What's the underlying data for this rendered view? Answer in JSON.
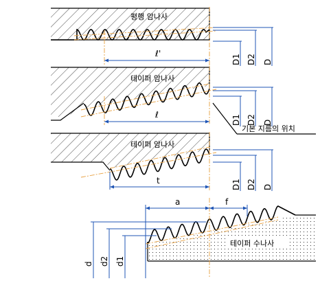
{
  "labels": {
    "parallel_internal": "평행 암나사",
    "taper_internal_1": "테이퍼 암나사",
    "taper_internal_2": "테이퍼 암나사",
    "taper_external": "테이퍼 수나사",
    "base_diameter_position": "기본 지름의 위치"
  },
  "dimensions": {
    "l_prime": "ℓ'",
    "l": "ℓ",
    "t": "t",
    "a": "a",
    "f": "f",
    "p1_D1": "D1",
    "p1_D2": "D2",
    "p1_D": "D",
    "p2_D1": "D1",
    "p2_D2": "D2",
    "p2_D": "D",
    "p3_D1": "D1",
    "p3_D2": "D2",
    "p3_D": "D",
    "p4_d": "d",
    "p4_d2": "d2",
    "p4_d1": "d1"
  },
  "colors": {
    "dimension_line": "#1f55b5",
    "center_line": "#e8a040",
    "outline": "#000000"
  }
}
